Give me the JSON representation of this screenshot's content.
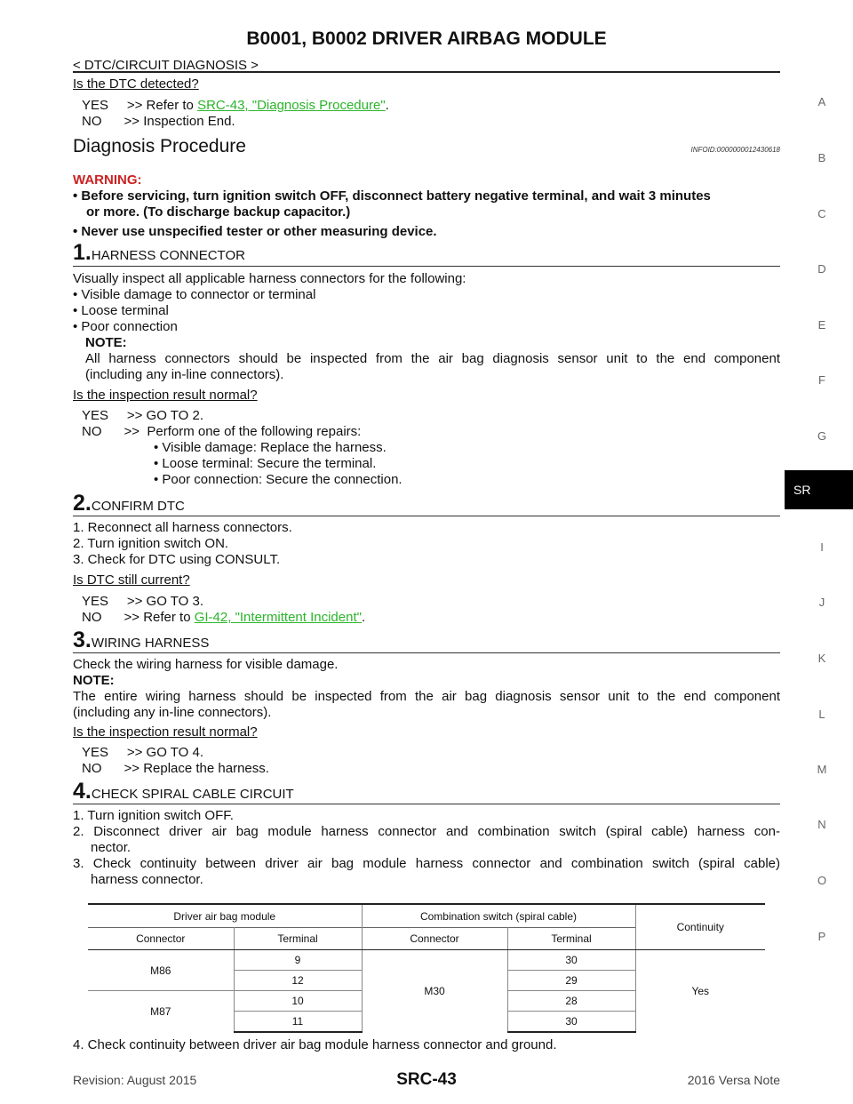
{
  "header": {
    "title": "B0001, B0002 DRIVER AIRBAG MODULE",
    "subtitle": "< DTC/CIRCUIT DIAGNOSIS >"
  },
  "intro": {
    "question": "Is the DTC detected?",
    "yes_prefix": "YES     >> Refer to ",
    "yes_link": "SRC-43, \"Diagnosis Procedure\"",
    "yes_suffix": ".",
    "no": "NO      >> Inspection End."
  },
  "section": {
    "title": "Diagnosis Procedure",
    "infoid": "INFOID:0000000012430618"
  },
  "warning": {
    "label": "WARNING:",
    "items": [
      "Before servicing, turn ignition switch OFF, disconnect battery negative terminal, and wait 3 minutes",
      "or more. (To discharge backup capacitor.)",
      "Never use unspecified tester or other measuring device."
    ]
  },
  "step1": {
    "num": "1.",
    "title": "HARNESS CONNECTOR",
    "lines": [
      "Visually inspect all applicable harness connectors for the following:",
      "• Visible damage to connector or terminal",
      "• Loose terminal",
      "• Poor connection"
    ],
    "note_label": "NOTE:",
    "note_lines": [
      "All harness connectors should be inspected from the air bag diagnosis sensor unit to the end component",
      "(including any in-line connectors)."
    ],
    "question": "Is the inspection result normal?",
    "yes": "YES     >> GO TO 2.",
    "no": "NO      >>  Perform one of the following repairs:",
    "repairs": [
      "• Visible damage: Replace the harness.",
      "• Loose terminal: Secure the terminal.",
      "• Poor connection: Secure the connection."
    ]
  },
  "step2": {
    "num": "2.",
    "title": "CONFIRM DTC",
    "lines": [
      "1.  Reconnect all harness connectors.",
      "2.  Turn ignition switch ON.",
      "3.  Check for DTC using CONSULT."
    ],
    "question": "Is DTC still current?",
    "yes": "YES     >> GO TO 3.",
    "no_prefix": "NO      >> Refer to ",
    "no_link": "GI-42, \"Intermittent Incident\"",
    "no_suffix": "."
  },
  "step3": {
    "num": "3.",
    "title": "WIRING HARNESS",
    "line": "Check the wiring harness for visible damage.",
    "note_label": "NOTE:",
    "note_lines": [
      "The entire wiring harness should be inspected from the air bag diagnosis sensor unit to the end component",
      "(including any in-line connectors)."
    ],
    "question": "Is the inspection result normal?",
    "yes": "YES     >> GO TO 4.",
    "no": "NO      >> Replace the harness."
  },
  "step4": {
    "num": "4.",
    "title": "CHECK SPIRAL CABLE CIRCUIT",
    "lines": [
      "1.  Turn ignition switch OFF.",
      "2.  Disconnect driver air bag module harness connector and combination switch (spiral cable) harness con-",
      "nector.",
      "3.  Check continuity between driver air bag module harness connector and combination switch (spiral cable)",
      "harness connector."
    ],
    "line4": "4.  Check continuity between driver air bag module harness connector and ground."
  },
  "table": {
    "group_a": "Driver air bag module",
    "group_b": "Combination switch (spiral cable)",
    "continuity": "Continuity",
    "connector": "Connector",
    "terminal": "Terminal",
    "m86": "M86",
    "m87": "M87",
    "m30": "M30",
    "yes": "Yes",
    "rows": [
      {
        "t1": "9",
        "t2": "30"
      },
      {
        "t1": "12",
        "t2": "29"
      },
      {
        "t1": "10",
        "t2": "28"
      },
      {
        "t1": "11",
        "t2": "30"
      }
    ]
  },
  "side_index": [
    "A",
    "B",
    "C",
    "D",
    "E",
    "F",
    "G",
    "SR",
    "I",
    "J",
    "K",
    "L",
    "M",
    "N",
    "O",
    "P"
  ],
  "footer": {
    "revision": "Revision: August 2015",
    "page": "SRC-43",
    "model": "2016 Versa Note"
  }
}
